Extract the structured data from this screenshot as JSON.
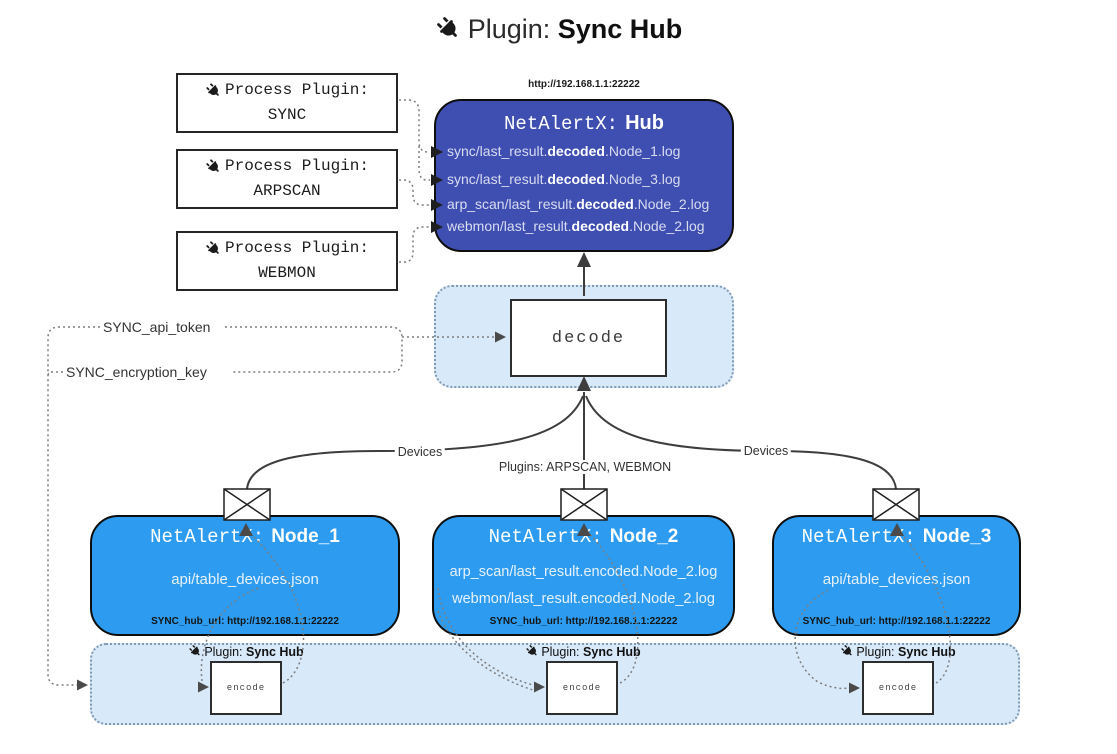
{
  "title": {
    "prefix": "Plugin:",
    "name": "Sync Hub"
  },
  "process_plugins": [
    {
      "label": "Process Plugin:",
      "name": "SYNC"
    },
    {
      "label": "Process Plugin:",
      "name": "ARPSCAN"
    },
    {
      "label": "Process Plugin:",
      "name": "WEBMON"
    }
  ],
  "hub": {
    "url": "http://192.168.1.1:22222",
    "title_prefix": "NetAlertX:",
    "title_name": "Hub",
    "logs": [
      {
        "pre": "sync/last_result.",
        "bold": "decoded",
        "post": ".Node_1.log"
      },
      {
        "pre": "sync/last_result.",
        "bold": "decoded",
        "post": ".Node_3.log"
      },
      {
        "pre": "arp_scan/last_result.",
        "bold": "decoded",
        "post": ".Node_2.log"
      },
      {
        "pre": "webmon/last_result.",
        "bold": "decoded",
        "post": ".Node_2.log"
      }
    ]
  },
  "decode_box": {
    "label": "decode"
  },
  "settings": {
    "api_token": "SYNC_api_token",
    "encryption_key": "SYNC_encryption_key"
  },
  "edge_labels": {
    "devices_left": "Devices",
    "plugins_mid": "Plugins: ARPSCAN, WEBMON",
    "devices_right": "Devices"
  },
  "nodes": [
    {
      "title_prefix": "NetAlertX:",
      "title_name": "Node_1",
      "files": [
        "api/table_devices.json"
      ],
      "hub_url": "SYNC_hub_url: http://192.168.1.1:22222"
    },
    {
      "title_prefix": "NetAlertX:",
      "title_name": "Node_2",
      "files": [
        "arp_scan/last_result.encoded.Node_2.log",
        "webmon/last_result.encoded.Node_2.log"
      ],
      "hub_url": "SYNC_hub_url: http://192.168.1.1:22222"
    },
    {
      "title_prefix": "NetAlertX:",
      "title_name": "Node_3",
      "files": [
        "api/table_devices.json"
      ],
      "hub_url": "SYNC_hub_url: http://192.168.1.1:22222"
    }
  ],
  "encode_section": {
    "plugin_prefix": "Plugin:",
    "plugin_name": "Sync Hub",
    "encode_label": "encode"
  },
  "colors": {
    "hub_bg": "#3F4EB1",
    "node_bg": "#2D9CF0",
    "panel_bg": "#D8E9FA",
    "panel_border": "#7F9AB5",
    "line": "#3D3D3D",
    "dotted": "#7D7D7D"
  }
}
